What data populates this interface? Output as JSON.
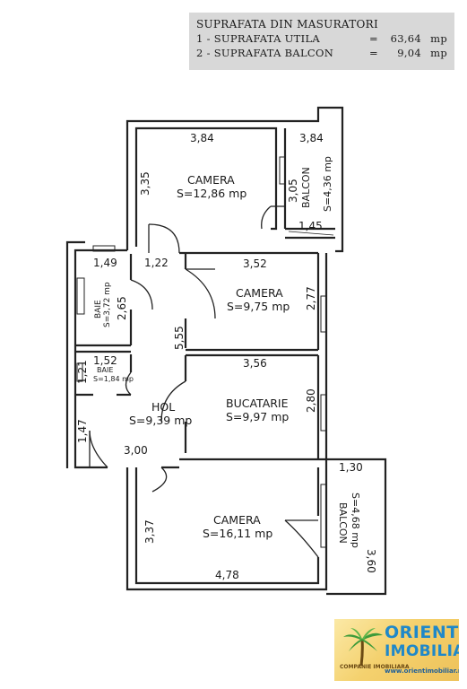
{
  "summary": {
    "title": "SUPRAFATA DIN MASURATORI",
    "rows": [
      {
        "label": "1 - SUPRAFATA UTILA",
        "eq": "=",
        "value": "63,64",
        "unit": "mp"
      },
      {
        "label": "2 - SUPRAFATA BALCON",
        "eq": "=",
        "value": "9,04",
        "unit": "mp"
      }
    ]
  },
  "plan": {
    "dims": {
      "camera1_width": "3,84",
      "camera1_height": "3,35",
      "balcon1_width": "3,84",
      "balcon1_height": "3,05",
      "balcon1_depth": "1,45",
      "baie1_width": "1,49",
      "hall_width": "1,22",
      "baie1_height": "2,65",
      "camera2_width": "3,52",
      "camera2_height": "2,77",
      "hall_height": "5,55",
      "baie2_width": "1,52",
      "baie2_height": "1,21",
      "bucatarie_width": "3,56",
      "bucatarie_height": "2,80",
      "entry_height": "1,47",
      "hol_width": "3,00",
      "balcon2_depth": "1,30",
      "camera3_height": "3,37",
      "camera3_width": "4,78",
      "balcon2_height": "3,60"
    },
    "rooms": {
      "camera1_name": "CAMERA",
      "camera1_area": "S=12,86 mp",
      "balcon1_name": "BALCON",
      "balcon1_area": "S=4,36 mp",
      "baie1_name": "BAIE",
      "baie1_area": "S=3,72 mp",
      "camera2_name": "CAMERA",
      "camera2_area": "S=9,75 mp",
      "baie2_name": "BAIE",
      "baie2_area": "S=1,84 mp",
      "hol_name": "HOL",
      "hol_area": "S=9,39 mp",
      "bucatarie_name": "BUCATARIE",
      "bucatarie_area": "S=9,97 mp",
      "camera3_name": "CAMERA",
      "camera3_area": "S=16,11 mp",
      "balcon2_name": "BALCON",
      "balcon2_area": "S=4,68 mp"
    }
  },
  "logo": {
    "brand_line1": "ORIENT",
    "brand_line2": "IMOBILIAR",
    "tagline": "COMPANIE IMOBILIARA",
    "url": "www.orientimobiliar.ro"
  }
}
